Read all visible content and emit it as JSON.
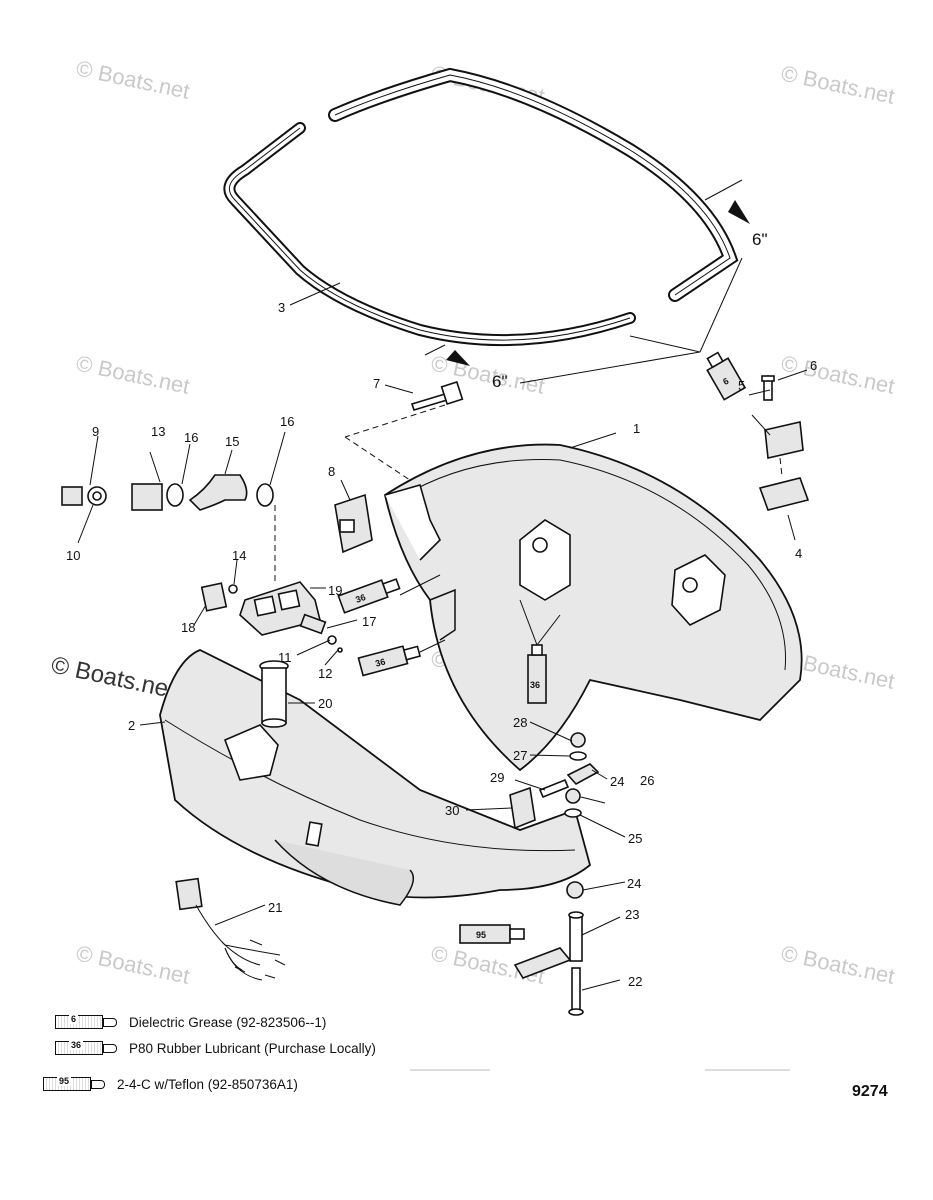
{
  "watermark": "© Boats.net",
  "callouts": [
    "1",
    "2",
    "3",
    "4",
    "5",
    "6",
    "7",
    "8",
    "9",
    "10",
    "11",
    "12",
    "13",
    "14",
    "15",
    "16",
    "16",
    "17",
    "18",
    "19",
    "20",
    "21",
    "22",
    "23",
    "24",
    "24",
    "25",
    "26",
    "27",
    "28",
    "29",
    "30"
  ],
  "dimension_label": "6\"",
  "tube_labels": {
    "dielectric": "6",
    "p80": "36",
    "teflon": "95"
  },
  "legend": [
    {
      "code": "6",
      "text": "Dielectric Grease (92-823506--1)"
    },
    {
      "code": "36",
      "text": "P80 Rubber Lubricant (Purchase Locally)"
    },
    {
      "code": "95",
      "text": "2-4-C w/Teflon (92-850736A1)"
    }
  ],
  "figure_number": "9274"
}
